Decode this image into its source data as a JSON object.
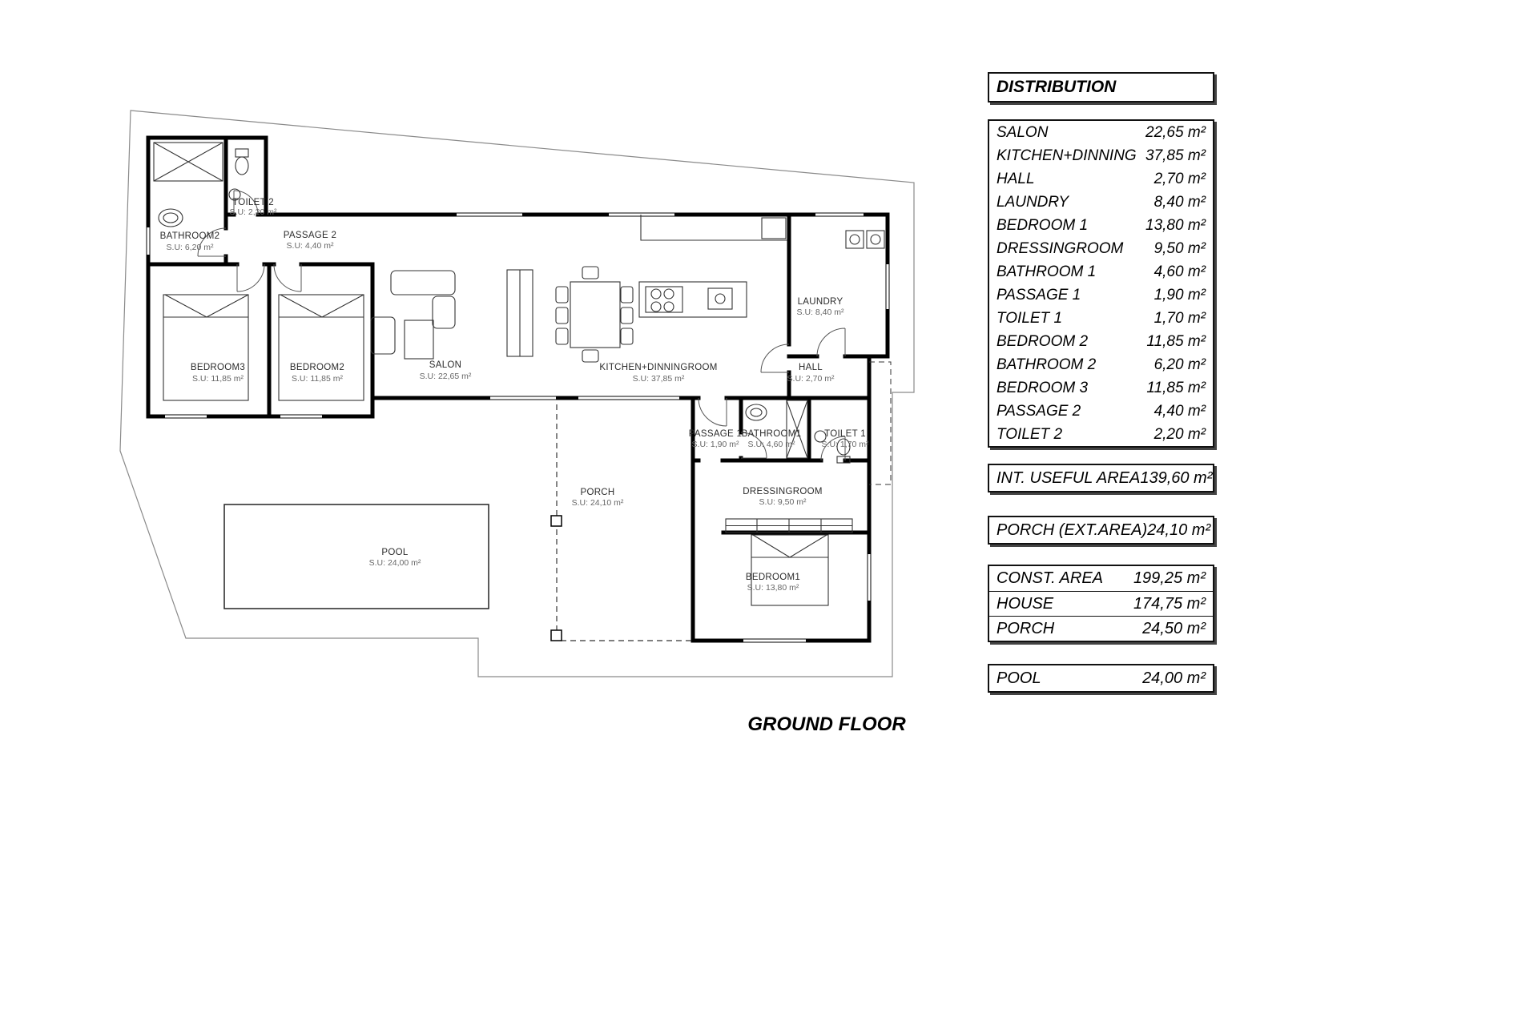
{
  "title": "GROUND FLOOR",
  "plan": {
    "rooms": [
      {
        "name": "BATHROOM2",
        "area": "S.U: 6,20 m²"
      },
      {
        "name": "TOILET 2",
        "area": "S.U: 2,20 m²"
      },
      {
        "name": "PASSAGE 2",
        "area": "S.U: 4,40 m²"
      },
      {
        "name": "BEDROOM3",
        "area": "S.U: 11,85 m²"
      },
      {
        "name": "BEDROOM2",
        "area": "S.U: 11,85 m²"
      },
      {
        "name": "SALON",
        "area": "S.U: 22,65 m²"
      },
      {
        "name": "KITCHEN+DINNINGROOM",
        "area": "S.U: 37,85 m²"
      },
      {
        "name": "LAUNDRY",
        "area": "S.U: 8,40 m²"
      },
      {
        "name": "HALL",
        "area": "S.U: 2,70 m²"
      },
      {
        "name": "PASSAGE 1",
        "area": "S.U: 1,90 m²"
      },
      {
        "name": "BATHROOM1",
        "area": "S.U: 4,60 m²"
      },
      {
        "name": "TOILET 1",
        "area": "S.U: 1,70 m²"
      },
      {
        "name": "DRESSINGROOM",
        "area": "S.U: 9,50 m²"
      },
      {
        "name": "BEDROOM1",
        "area": "S.U: 13,80 m²"
      },
      {
        "name": "PORCH",
        "area": "S.U: 24,10 m²"
      },
      {
        "name": "POOL",
        "area": "S.U: 24,00 m²"
      }
    ]
  },
  "distribution": {
    "header": "DISTRIBUTION",
    "rows": [
      {
        "label": "SALON",
        "value": "22,65 m²"
      },
      {
        "label": "KITCHEN+DINNING",
        "value": "37,85 m²"
      },
      {
        "label": "HALL",
        "value": "2,70 m²"
      },
      {
        "label": "LAUNDRY",
        "value": "8,40 m²"
      },
      {
        "label": "BEDROOM 1",
        "value": "13,80 m²"
      },
      {
        "label": "DRESSINGROOM",
        "value": "9,50 m²"
      },
      {
        "label": "BATHROOM 1",
        "value": "4,60 m²"
      },
      {
        "label": "PASSAGE 1",
        "value": "1,90 m²"
      },
      {
        "label": "TOILET 1",
        "value": "1,70 m²"
      },
      {
        "label": "BEDROOM 2",
        "value": "11,85 m²"
      },
      {
        "label": "BATHROOM 2",
        "value": "6,20 m²"
      },
      {
        "label": "BEDROOM 3",
        "value": "11,85 m²"
      },
      {
        "label": "PASSAGE 2",
        "value": "4,40 m²"
      },
      {
        "label": "TOILET 2",
        "value": "2,20 m²"
      }
    ],
    "useful_area": {
      "label": "INT. USEFUL AREA",
      "value": "139,60 m²"
    },
    "porch_ext": {
      "label": "PORCH (EXT.AREA)",
      "value": "24,10 m²"
    },
    "construction": [
      {
        "label": "CONST. AREA",
        "value": "199,25 m²"
      },
      {
        "label": "HOUSE",
        "value": "174,75 m²"
      },
      {
        "label": "PORCH",
        "value": "24,50 m²"
      }
    ],
    "pool": {
      "label": "POOL",
      "value": "24,00 m²"
    }
  }
}
